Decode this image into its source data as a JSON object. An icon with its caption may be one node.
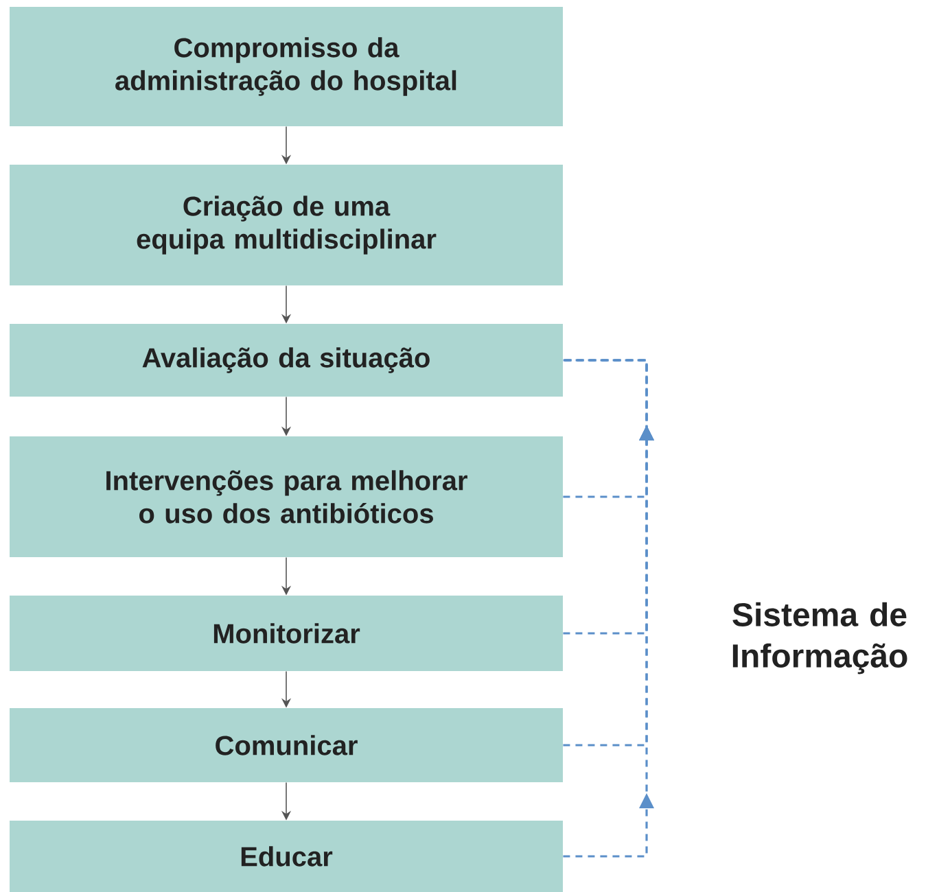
{
  "diagram": {
    "nodes": [
      {
        "text": [
          "Compromisso da administração do hospital"
        ]
      },
      {
        "text": [
          "Criação de uma equipa multidisciplinar"
        ]
      },
      {
        "text": [
          "Avaliação da situação"
        ]
      },
      {
        "text": [
          "Intervenções para melhorar o uso dos antibióticos"
        ]
      },
      {
        "text": [
          "Monitorizar"
        ]
      },
      {
        "text": [
          "Comunicar"
        ]
      },
      {
        "text": [
          "Educar"
        ]
      }
    ],
    "edges": [
      {
        "from": 0,
        "to": 1,
        "arrow": "to"
      },
      {
        "from": 1,
        "to": 2,
        "arrow": "to"
      },
      {
        "from": 2,
        "to": 3,
        "arrow": "to"
      },
      {
        "from": 3,
        "to": 4,
        "arrow": "to"
      },
      {
        "from": 4,
        "to": 5,
        "arrow": "to"
      },
      {
        "from": 5,
        "to": 6,
        "arrow": "to"
      },
      {
        "from": 3,
        "to": 2,
        "arrow": "to",
        "style": "dashed",
        "color": "#5b8fc9"
      },
      {
        "from": 4,
        "to": 2,
        "arrow": "to",
        "style": "dashed",
        "color": "#5b8fc9"
      },
      {
        "from": 5,
        "to": 2,
        "arrow": "to",
        "style": "dashed",
        "color": "#5b8fc9"
      },
      {
        "from": 6,
        "to": 2,
        "arrow": "to",
        "style": "dashed",
        "color": "#5b8fc9"
      }
    ],
    "labels": [
      "Sistema de Informação"
    ]
  }
}
